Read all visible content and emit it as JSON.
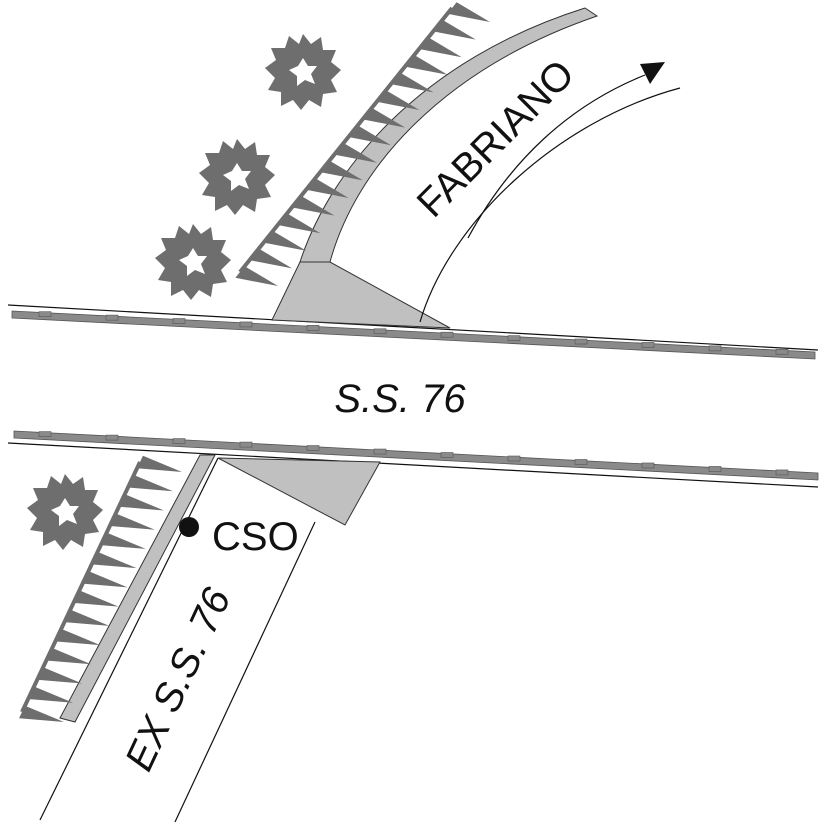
{
  "labels": {
    "main_road": "S.S. 76",
    "branch_destination": "FABRIANO",
    "old_road": "EX S.S. 76",
    "point_label": "CSO"
  },
  "colors": {
    "road_fill": "#c0c0c0",
    "guardrail": "#8a8a8a",
    "tree": "#6e6e6e",
    "line": "#111111"
  }
}
